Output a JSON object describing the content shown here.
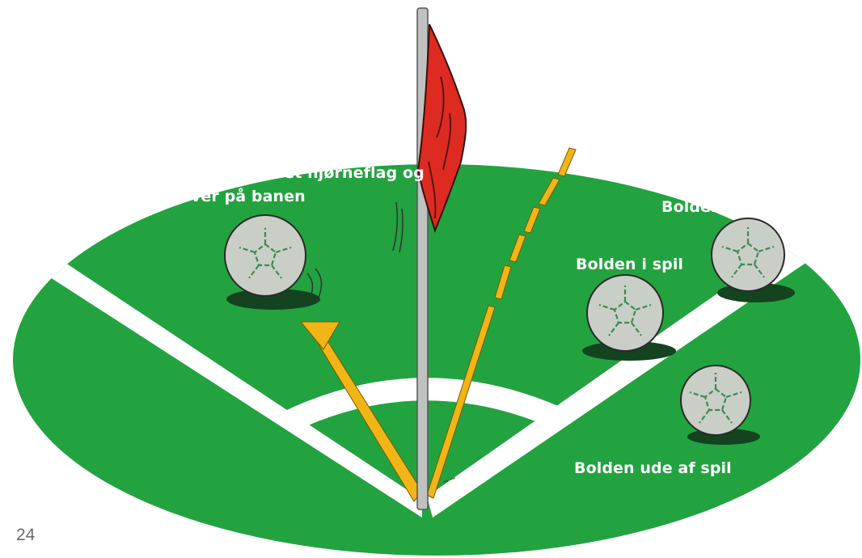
{
  "annotations": {
    "rebound": "Bolden er i spil, når den sprin-\nger tilbage fra en målstang,\noverligger eller et hjørneflag og\nforbliver på banen",
    "ball_in_play_1": "Bolden i spil",
    "ball_in_play_2": "Bolden i spil",
    "ball_out_of_play": "Bolden ude af spil"
  },
  "page_number": "24",
  "colors": {
    "pitch": "#22a340",
    "line": "#ffffff",
    "arrow": "#f2b517",
    "flag": "#dd2b22",
    "ball": "#c9cfc7",
    "ball_seam": "#3e8a4e",
    "pole": "#bfc2c0"
  }
}
